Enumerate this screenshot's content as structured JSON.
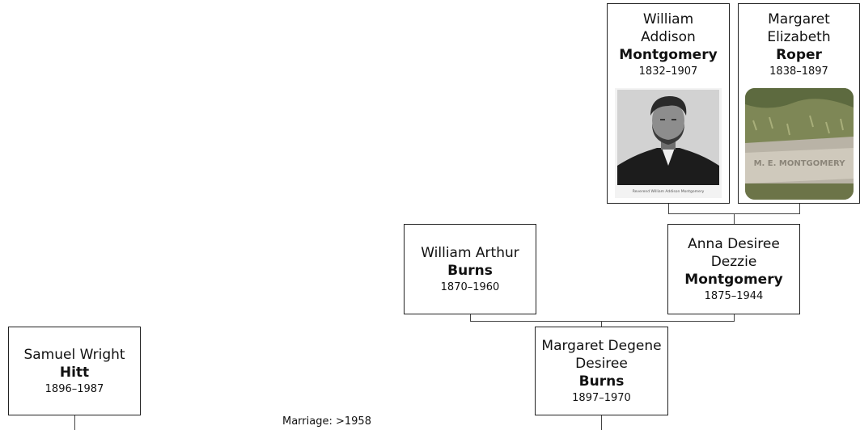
{
  "people": {
    "william_addison": {
      "given": "William Addison",
      "surname": "Montgomery",
      "years": "1832–1907"
    },
    "margaret_elizabeth": {
      "given": "Margaret Elizabeth",
      "surname": "Roper",
      "years": "1838–1897"
    },
    "william_arthur": {
      "given": "William Arthur",
      "surname": "Burns",
      "years": "1870–1960"
    },
    "anna_desiree": {
      "given": "Anna Desiree Dezzie",
      "surname": "Montgomery",
      "years": "1875–1944"
    },
    "margaret_degene": {
      "given": "Margaret Degene Desiree",
      "surname": "Burns",
      "years": "1897–1970"
    },
    "samuel_wright": {
      "given": "Samuel Wright",
      "surname": "Hitt",
      "years": "1896–1987"
    }
  },
  "photos": {
    "william_addison_caption": "Reverend William Addison Montgomery",
    "margaret_elizabeth_stone": "M. E. MONTGOMERY"
  },
  "marriage": "Marriage: >1958",
  "colors": {
    "line": "#444444",
    "border": "#222222"
  }
}
